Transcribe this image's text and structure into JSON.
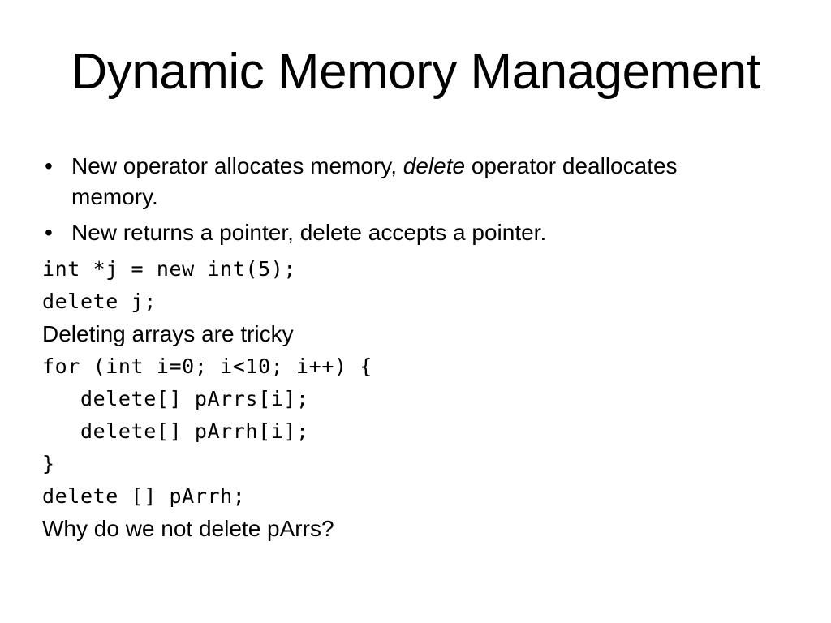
{
  "slide": {
    "title": "Dynamic Memory Management",
    "background_color": "#ffffff",
    "text_color": "#000000",
    "bullet_glyph": "•"
  },
  "bullets": [
    {
      "marker": "•",
      "segments": [
        {
          "text": "New operator allocates memory, ",
          "style": "normal"
        },
        {
          "text": "delete",
          "style": "italic"
        },
        {
          "text": " operator deallocates memory.",
          "style": "normal"
        }
      ],
      "plain_text": "New operator allocates memory, delete operator deallocates memory."
    },
    {
      "marker": "•",
      "segments": [
        {
          "text": "New returns a pointer, delete accepts a pointer.",
          "style": "normal"
        }
      ],
      "plain_text": "New returns a pointer, delete accepts a pointer."
    }
  ],
  "lines": [
    {
      "kind": "code",
      "text": "int *j = new int(5);"
    },
    {
      "kind": "code",
      "text": "delete j;"
    },
    {
      "kind": "plain",
      "text": "Deleting arrays are tricky"
    },
    {
      "kind": "code",
      "text": "for (int i=0; i<10; i++) {"
    },
    {
      "kind": "code",
      "text": "   delete[] pArrs[i];"
    },
    {
      "kind": "code",
      "text": "   delete[] pArrh[i];"
    },
    {
      "kind": "code",
      "text": "}"
    },
    {
      "kind": "code",
      "text": "delete [] pArrh;"
    },
    {
      "kind": "plain",
      "text": "Why do we not delete pArrs?"
    }
  ]
}
